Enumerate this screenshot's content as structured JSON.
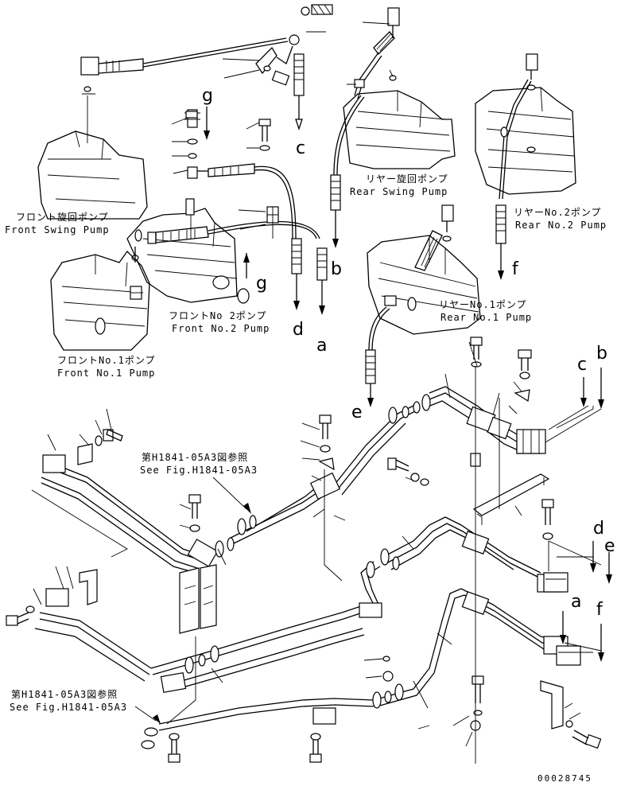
{
  "labels": {
    "front_swing_pump_jp": "フロント旋回ポンプ",
    "front_swing_pump_en": "Front Swing Pump",
    "front_no2_pump_jp": "フロントNo 2ポンプ",
    "front_no2_pump_en": "Front No.2 Pump",
    "front_no1_pump_jp": "フロントNo.1ポンプ",
    "front_no1_pump_en": "Front No.1 Pump",
    "rear_swing_pump_jp": "リヤー旋回ポンプ",
    "rear_swing_pump_en": "Rear Swing Pump",
    "rear_no2_pump_jp": "リヤーNo.2ポンプ",
    "rear_no2_pump_en": "Rear No.2 Pump",
    "rear_no1_pump_jp": "リヤーNo.1ポンプ",
    "rear_no1_pump_en": "Rear No.1 Pump",
    "see_fig_top_jp": "第H1841-05A3図参照",
    "see_fig_top_en": "See Fig.H1841-05A3",
    "see_fig_bottom_jp": "第H1841-05A3図参照",
    "see_fig_bottom_en": "See Fig.H1841-05A3"
  },
  "connection_letters": {
    "g_top": "g",
    "g_mid": "g",
    "c_top": "c",
    "b_top": "b",
    "d_top": "d",
    "a_top": "a",
    "f_top": "f",
    "e_mid": "e",
    "c_right": "c",
    "b_right": "b",
    "d_right": "d",
    "e_right": "e",
    "a_right": "a",
    "f_right": "f"
  },
  "part_number": "00028745"
}
